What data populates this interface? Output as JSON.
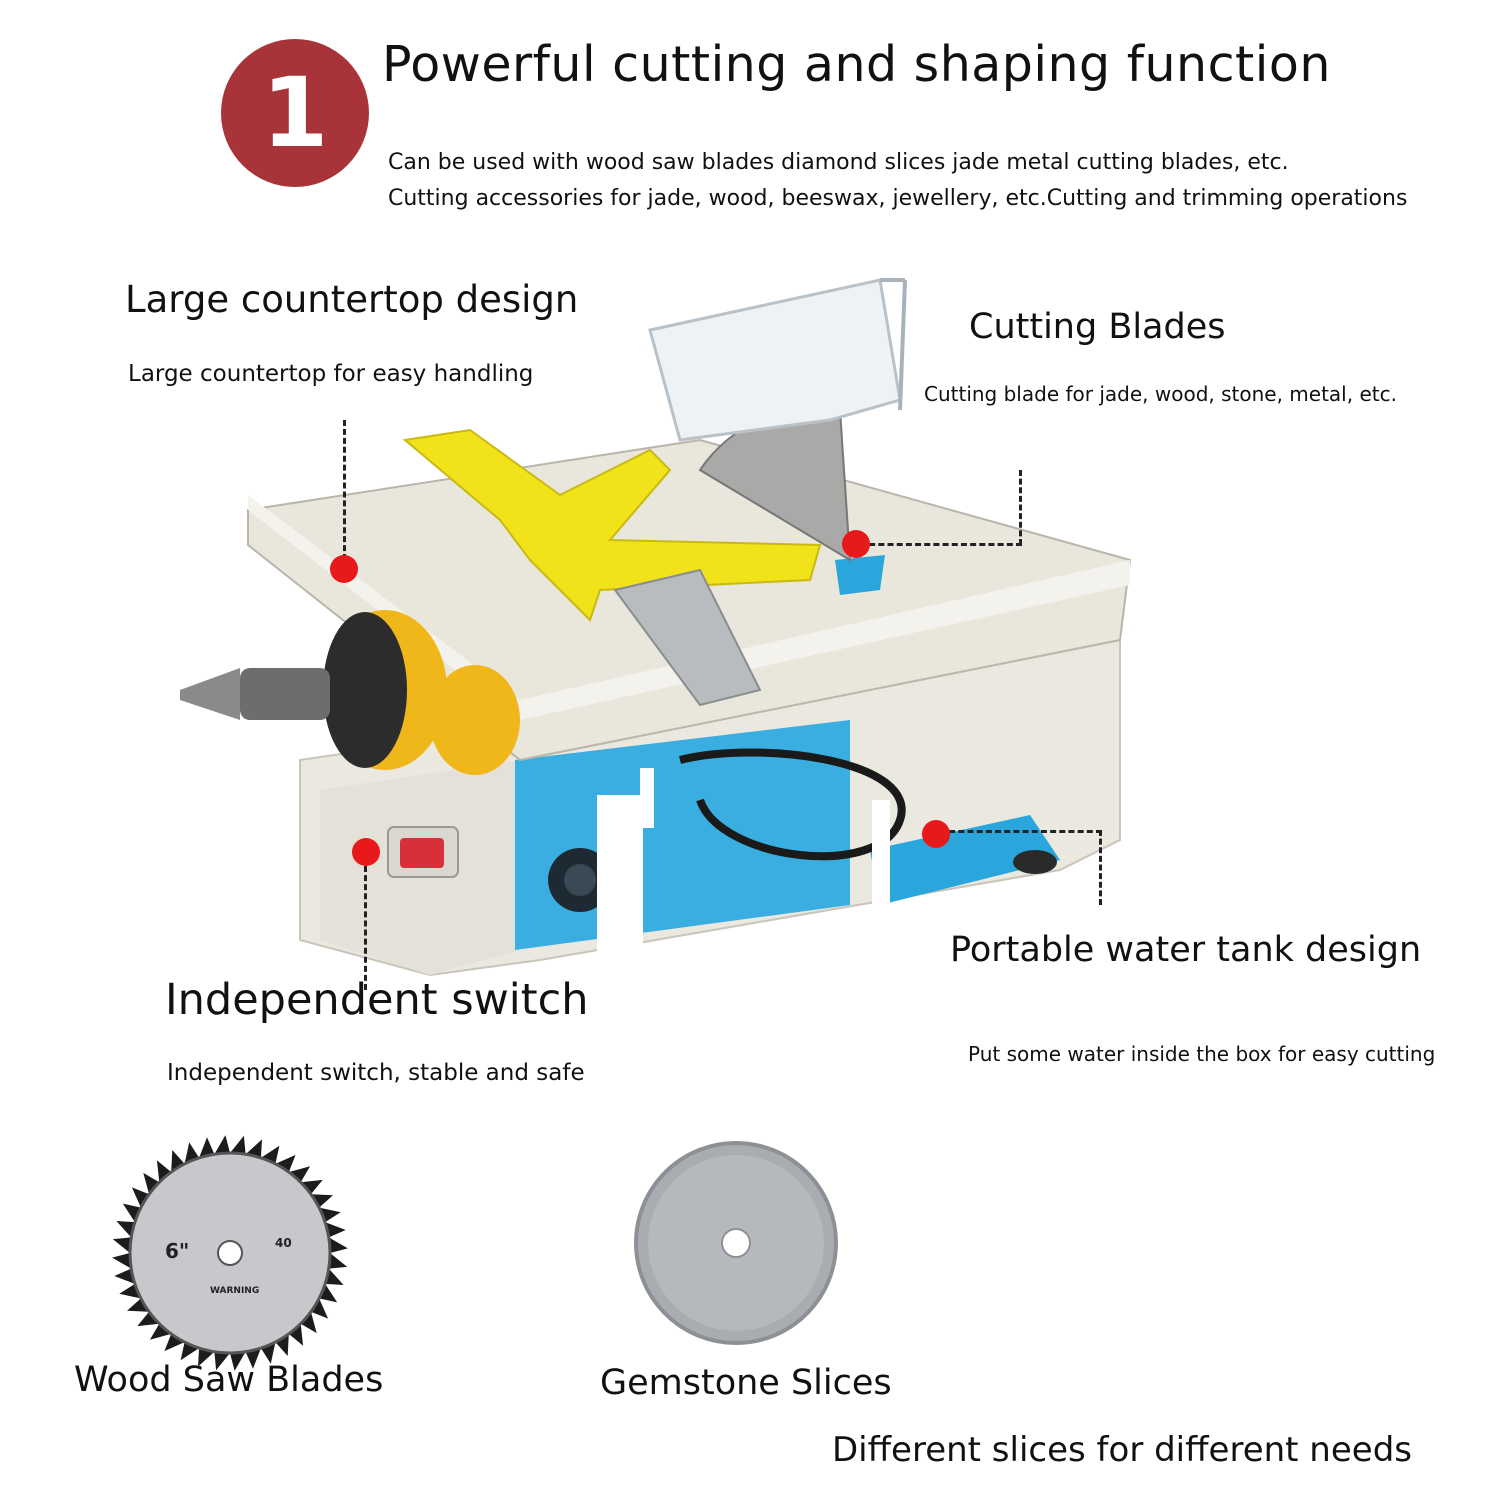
{
  "header": {
    "badge_number": "1",
    "title": "Powerful cutting and shaping function",
    "line1": "Can be used with wood saw blades diamond slices jade metal cutting blades, etc.",
    "line2": "Cutting accessories for jade, wood, beeswax, jewellery, etc.Cutting and trimming operations"
  },
  "features": {
    "countertop": {
      "title": "Large countertop design",
      "desc": "Large countertop for easy handling"
    },
    "blades": {
      "title": "Cutting Blades",
      "desc": "Cutting blade for jade, wood, stone, metal, etc."
    },
    "water": {
      "title": "Portable water tank design",
      "desc": "Put some water inside the box for easy cutting"
    },
    "switch": {
      "title": "Independent switch",
      "desc": "Independent switch, stable and safe"
    }
  },
  "accessories": {
    "wood_blade": {
      "label": "Wood Saw Blades",
      "size_mark": "6\"",
      "teeth_mark": "40",
      "warning_mark": "WARNING"
    },
    "gem_slice": {
      "label": "Gemstone Slices"
    },
    "footer": "Different slices for different needs"
  },
  "colors": {
    "badge": "#a8343a",
    "callout_dot": "#e8191b",
    "machine_body": "#ece9e0",
    "guide_yellow": "#f2e21a",
    "tank_blue": "#2aa6dc"
  }
}
